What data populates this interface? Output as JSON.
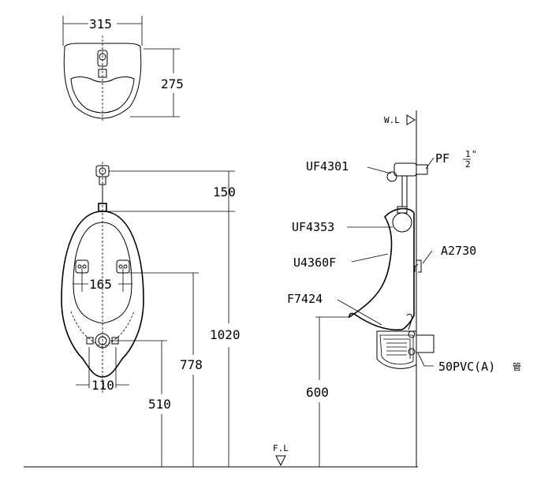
{
  "dimensions": {
    "width_top": "315",
    "depth_top": "275",
    "valve_to_rim": "150",
    "overall_height": "1020",
    "mount_hole_spacing": "165",
    "mount_hole_height": "778",
    "outlet_spacing": "110",
    "outlet_height": "510",
    "rim_height": "600"
  },
  "references": {
    "water_line": "W.L",
    "floor_line": "F.L"
  },
  "parts": {
    "flush_valve": "UF4301",
    "supply_pipe": "PF",
    "supply_fraction_num": "1",
    "supply_fraction_den": "2",
    "supply_inch_mark": "\"",
    "spreader": "UF4353",
    "urinal": "U4360F",
    "hanger": "A2730",
    "trap": "F7424",
    "drain_pipe": "50PVC(A)",
    "drain_pipe_suffix": "管"
  }
}
